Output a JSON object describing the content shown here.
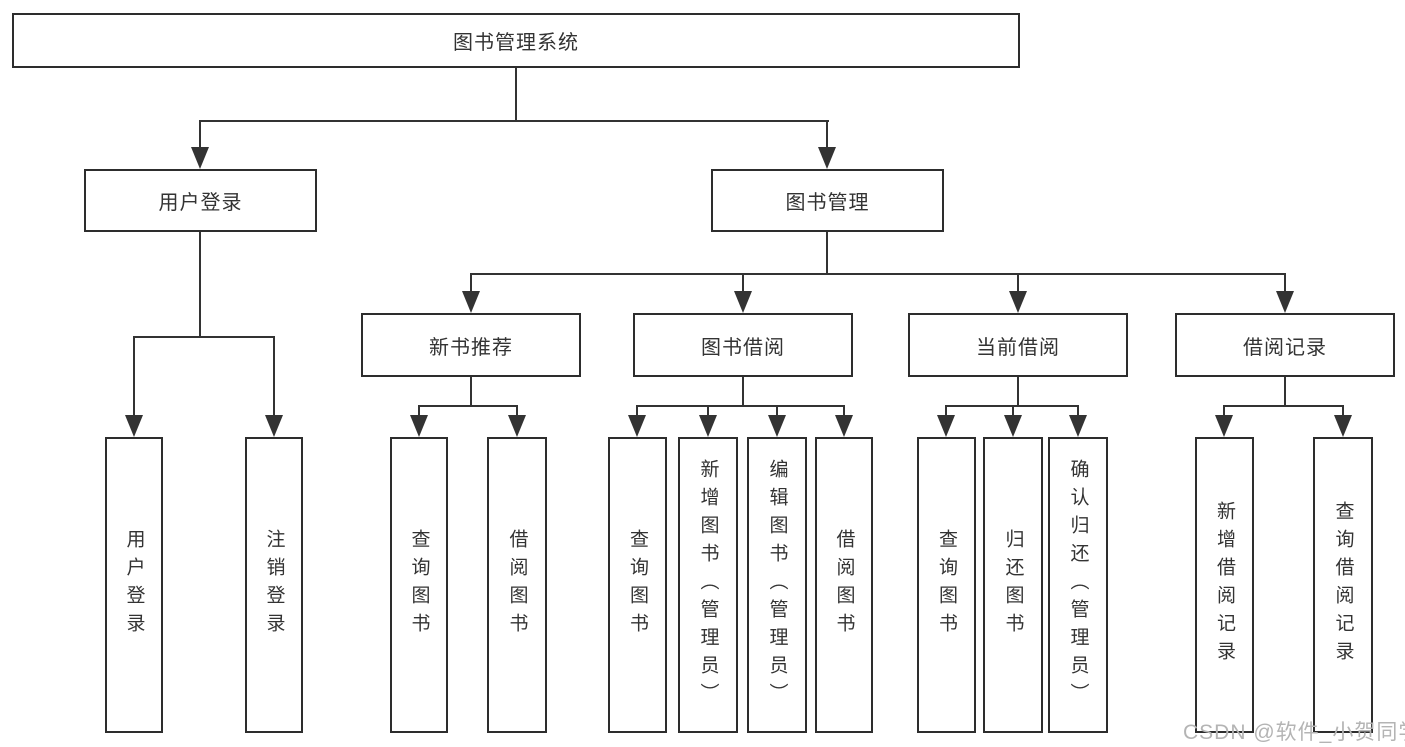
{
  "tree": {
    "label": "图书管理系统",
    "children": [
      {
        "label": "用户登录",
        "children": [
          {
            "label": "用户登录"
          },
          {
            "label": "注销登录"
          }
        ]
      },
      {
        "label": "图书管理",
        "children": [
          {
            "label": "新书推荐",
            "children": [
              {
                "label": "查询图书"
              },
              {
                "label": "借阅图书"
              }
            ]
          },
          {
            "label": "图书借阅",
            "children": [
              {
                "label": "查询图书"
              },
              {
                "label": "新增图书（管理员）"
              },
              {
                "label": "编辑图书（管理员）"
              },
              {
                "label": "借阅图书"
              }
            ]
          },
          {
            "label": "当前借阅",
            "children": [
              {
                "label": "查询图书"
              },
              {
                "label": "归还图书"
              },
              {
                "label": "确认归还（管理员）"
              }
            ]
          },
          {
            "label": "借阅记录",
            "children": [
              {
                "label": "新增借阅记录"
              },
              {
                "label": "查询借阅记录"
              }
            ]
          }
        ]
      }
    ]
  },
  "watermark": {
    "text": "CSDN @软件_小贺同学"
  },
  "colors": {
    "line": "#333333",
    "watermark": "#b4b4b4",
    "background": "#ffffff"
  }
}
